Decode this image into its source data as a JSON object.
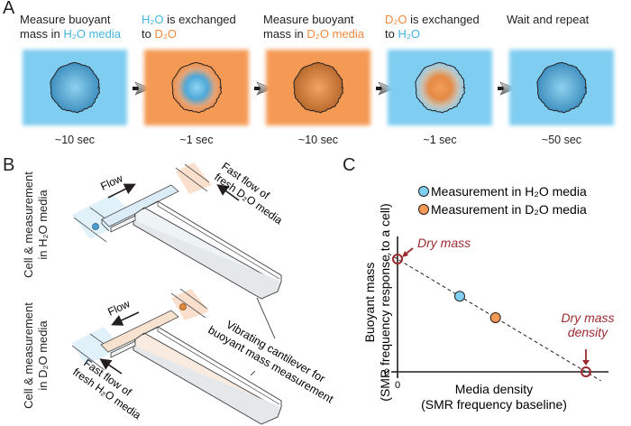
{
  "panels": {
    "A": {
      "letter": "A",
      "steps": [
        {
          "line1": "Measure buoyant",
          "line2_pre": "mass in ",
          "line2_colored": "H2O media",
          "line2_color": "blue",
          "media": "H2O",
          "cell": "H2O",
          "time": "~10 sec"
        },
        {
          "line1_colored": "H2O",
          "line1_rest": " is exchanged",
          "line2_pre": "to ",
          "line2_colored": "D2O",
          "line2_color": "orange",
          "media": "D2O",
          "cell": "H2O-core-in-D2O",
          "time": "~1 sec"
        },
        {
          "line1": "Measure buoyant",
          "line2_pre": "mass in ",
          "line2_colored": "D2O media",
          "line2_color": "orange",
          "media": "D2O",
          "cell": "D2O",
          "time": "~10 sec"
        },
        {
          "line1_colored": "D2O",
          "line1_rest": " is exchanged",
          "line2_pre": "to ",
          "line2_colored": "H2O",
          "line2_color": "blue",
          "media": "H2O",
          "cell": "D2O-core-in-H2O",
          "time": "~1 sec"
        },
        {
          "line1": "Wait and repeat",
          "line2_pre": "",
          "line2_colored": "",
          "media": "H2O",
          "cell": "H2O",
          "time": "~50 sec"
        }
      ],
      "arrow_icon": "right-arrowhead-icon"
    },
    "B": {
      "letter": "B",
      "top_side_label": [
        "Cell & measurement",
        "in H2O media"
      ],
      "bottom_side_label": [
        "Cell & measurement",
        "in D2O media"
      ],
      "top_flow": "Flow",
      "top_fast_flow": [
        "Fast flow of",
        "fresh D2O media"
      ],
      "bottom_flow": "Flow",
      "bottom_fast_flow": [
        "Fast flow of",
        "fresh H2O media"
      ],
      "cantilever_label": [
        "Vibrating cantilever for",
        "buoyant mass measurement"
      ]
    },
    "C": {
      "letter": "C"
    }
  },
  "colors": {
    "h2o": "#7fcdf0",
    "h2o_text": "#45b4e0",
    "d2o": "#f59a55",
    "d2o_text": "#f0893d",
    "annotation": "#9b2a2e",
    "point_blue": "#7fd0f2",
    "point_orange": "#f59a55"
  },
  "chart_data": {
    "type": "scatter",
    "title": "",
    "xlabel": "Media density",
    "xlabel2": "(SMR frequency baseline)",
    "ylabel": "Buoyant mass",
    "ylabel2": "(SMR frequency response to a cell)",
    "x_ticks": [
      "0"
    ],
    "y_ticks": [
      "0"
    ],
    "xlim": [
      0,
      1.12
    ],
    "ylim": [
      0,
      1.2
    ],
    "legend": {
      "placement": "top",
      "entries": [
        {
          "label": "Measurement in H₂O media",
          "color": "#7fd0f2"
        },
        {
          "label": "Measurement in D₂O media",
          "color": "#f59a55"
        }
      ]
    },
    "series": [
      {
        "name": "Measurement in H2O media",
        "points": [
          {
            "x": 0.33,
            "y": 0.67
          }
        ]
      },
      {
        "name": "Measurement in D2O media",
        "points": [
          {
            "x": 0.52,
            "y": 0.48
          }
        ]
      }
    ],
    "fit_line": {
      "style": "dashed",
      "from": {
        "x": -0.05,
        "y": 1.05
      },
      "to": {
        "x": 1.08,
        "y": -0.08
      }
    },
    "annotations": [
      {
        "label": "Dry mass",
        "x": 0,
        "y": 1.0,
        "marker": "open-circle"
      },
      {
        "label": "Dry mass density",
        "lines": [
          "Dry mass",
          "density"
        ],
        "x": 1.0,
        "y": 0,
        "marker": "open-circle"
      }
    ]
  }
}
